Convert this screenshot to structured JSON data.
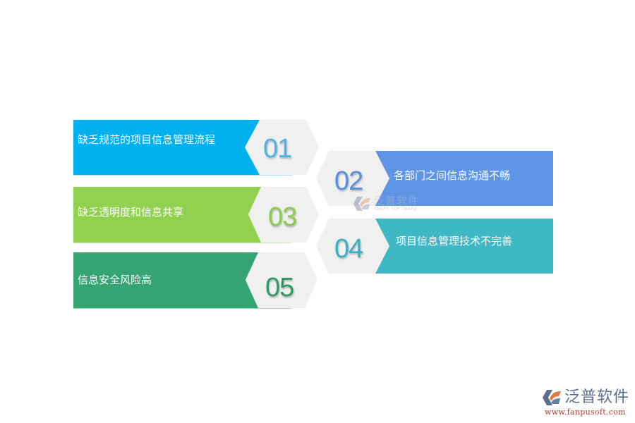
{
  "items": [
    {
      "number": "01",
      "label": "缺乏规范的项目信息管理流程",
      "bar_color": "#00b0ef",
      "number_color": "#4eb3e6",
      "underline_color": "#a8dcf5"
    },
    {
      "number": "02",
      "label": "各部门之间信息沟通不畅",
      "bar_color": "#5e96e5",
      "number_color": "#5a8fe0",
      "underline_color": "#b8cef2"
    },
    {
      "number": "03",
      "label": "缺乏透明度和信息共享",
      "bar_color": "#92d050",
      "number_color": "#8dcc4c",
      "underline_color": "#cbe8ae"
    },
    {
      "number": "04",
      "label": "项目信息管理技术不完善",
      "bar_color": "#3fb8c6",
      "number_color": "#3ab0c0",
      "underline_color": "#a8dfe6"
    },
    {
      "number": "05",
      "label": "信息安全风险高",
      "bar_color": "#34a572",
      "number_color": "#2e9a68",
      "underline_color": "#a3d8bf"
    }
  ],
  "hex_color": "#f0f0f0",
  "watermark": {
    "brand_cn": "泛普软件",
    "brand_en": "FANPU SOFTWARE"
  },
  "corner_logo": {
    "brand_cn": "泛普软件",
    "url": "www.fanpusoft.com"
  }
}
